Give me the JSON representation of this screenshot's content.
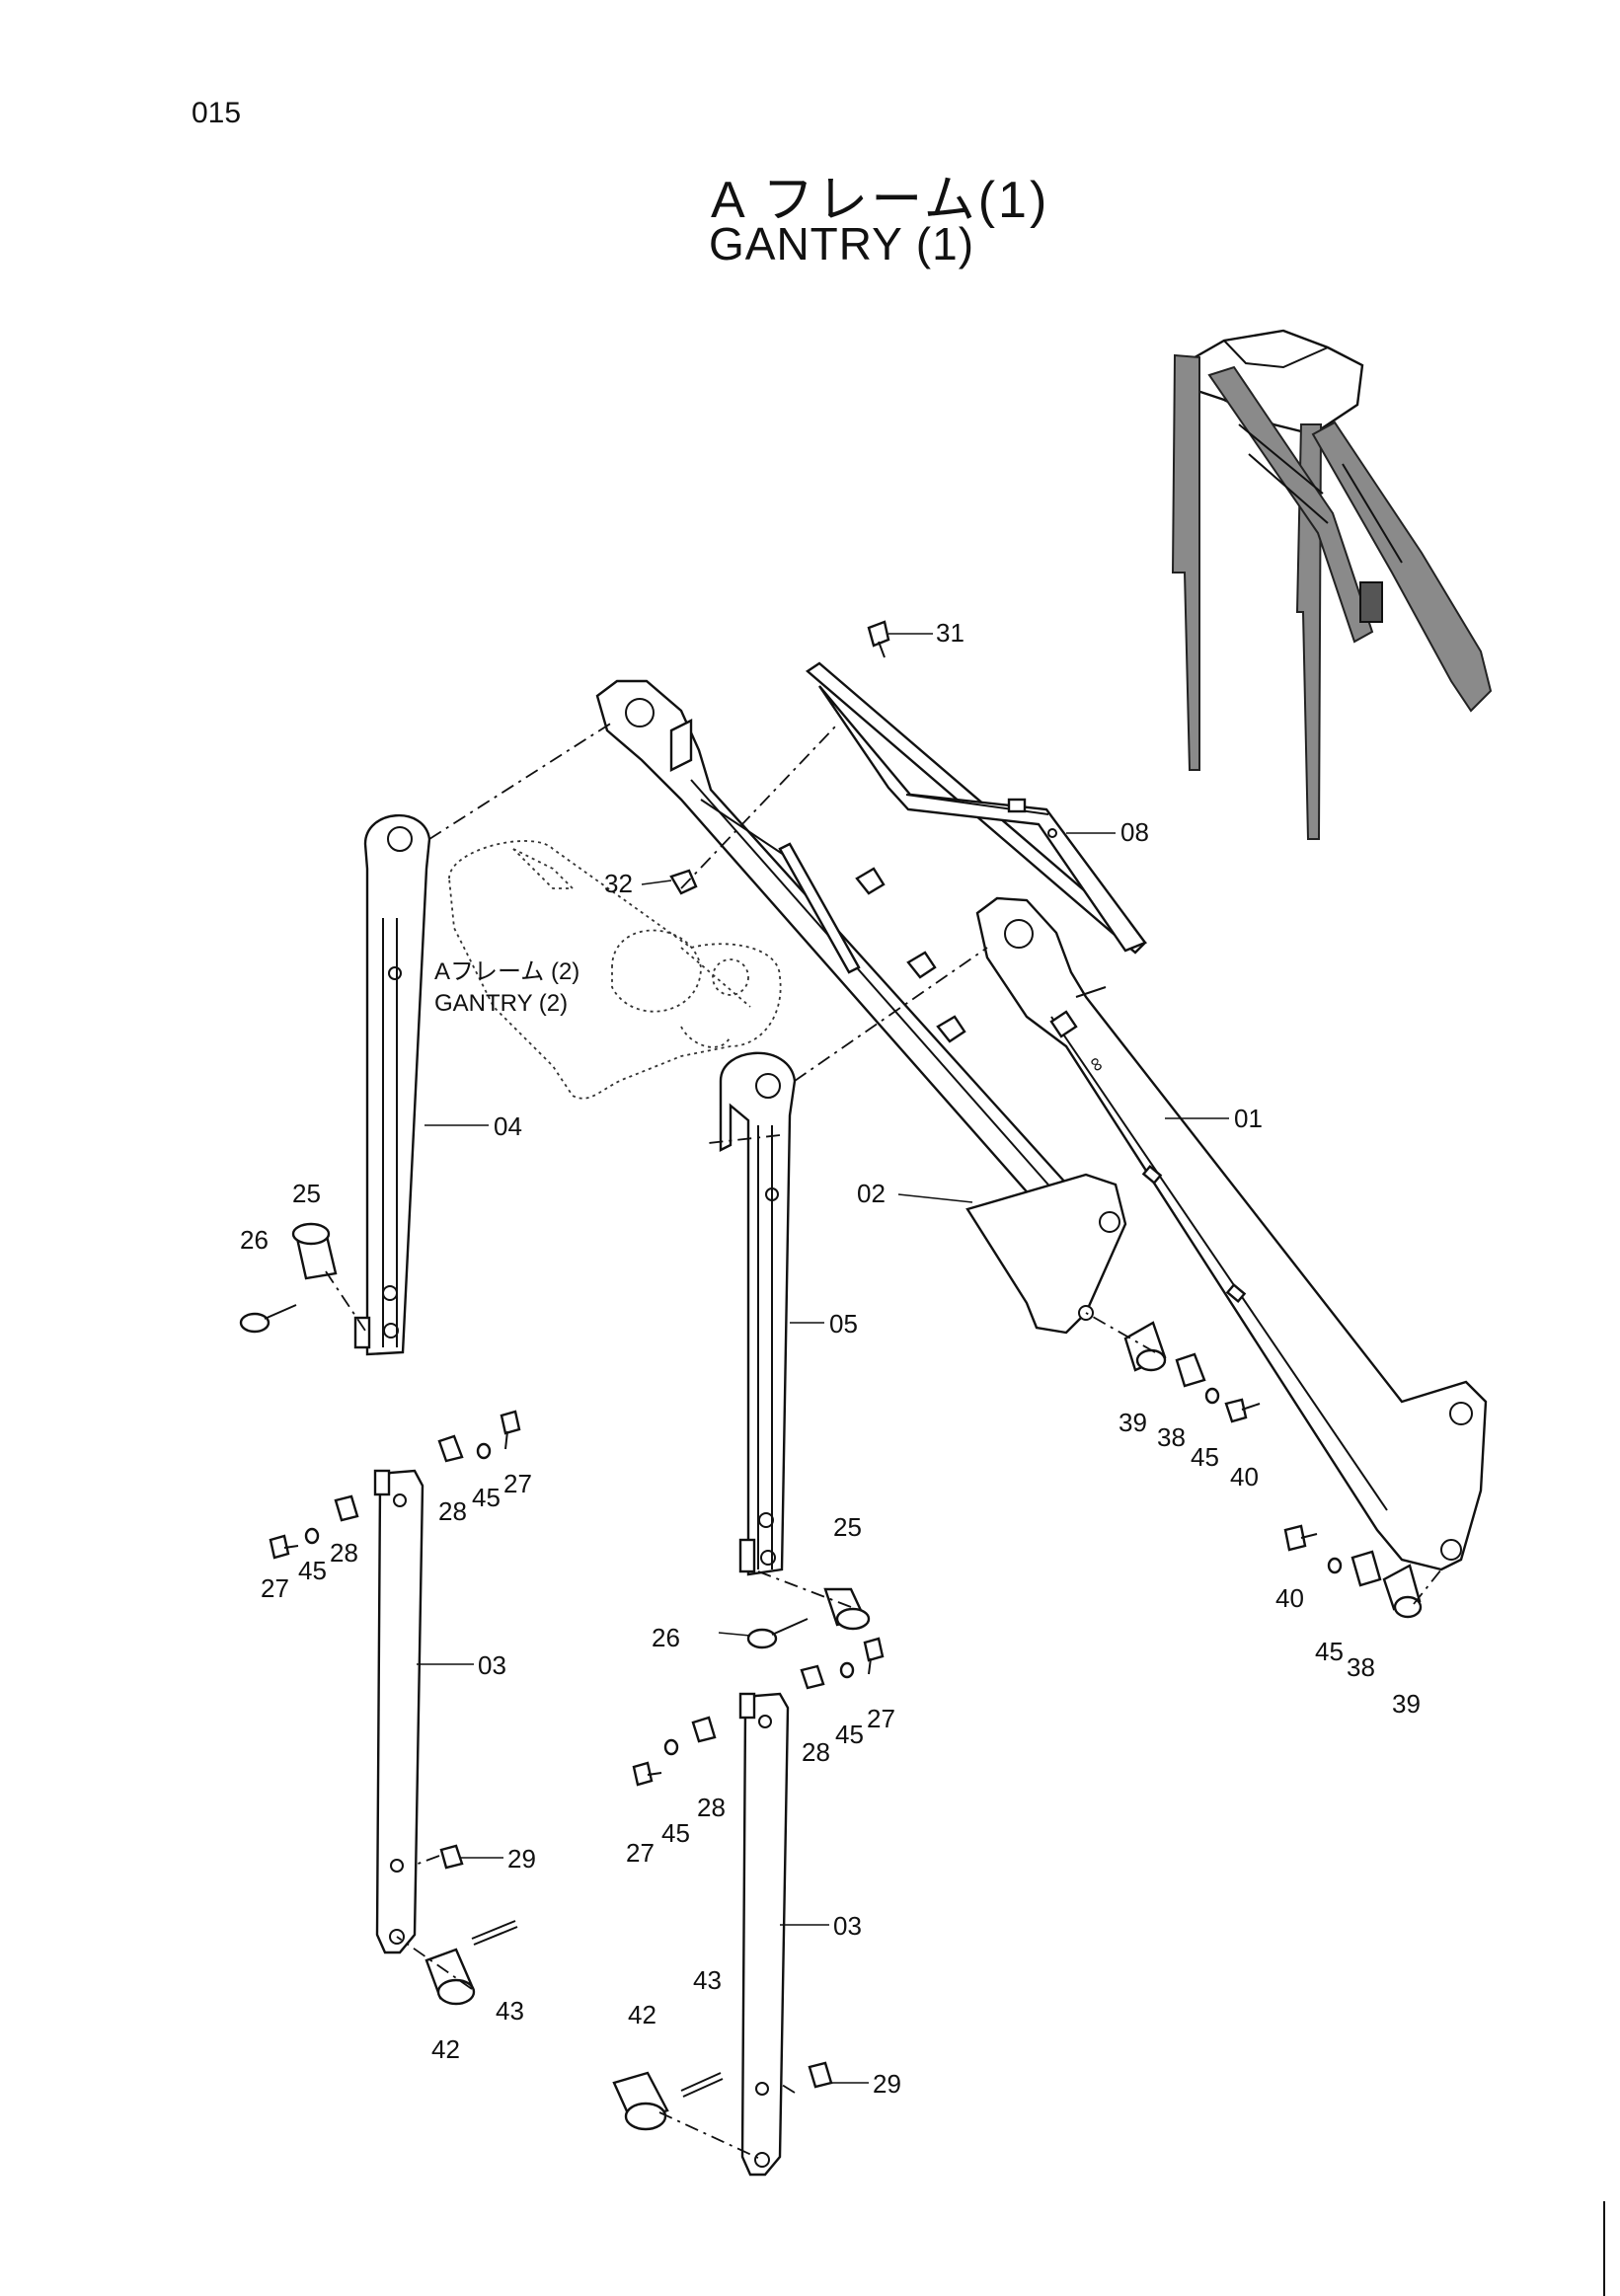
{
  "page_number": "015",
  "title": {
    "japanese": "A フレーム(1)",
    "english": "GANTRY (1)"
  },
  "reference_label": {
    "japanese": "Aフレーム (2)",
    "english": "GANTRY (2)"
  },
  "callouts": [
    {
      "id": "c31",
      "text": "31"
    },
    {
      "id": "c08",
      "text": "08"
    },
    {
      "id": "c32",
      "text": "32"
    },
    {
      "id": "c01",
      "text": "01"
    },
    {
      "id": "c02",
      "text": "02"
    },
    {
      "id": "c04",
      "text": "04"
    },
    {
      "id": "c05",
      "text": "05"
    },
    {
      "id": "c25a",
      "text": "25"
    },
    {
      "id": "c26a",
      "text": "26"
    },
    {
      "id": "c25b",
      "text": "25"
    },
    {
      "id": "c26b",
      "text": "26"
    },
    {
      "id": "c39a",
      "text": "39"
    },
    {
      "id": "c38a",
      "text": "38"
    },
    {
      "id": "c45a",
      "text": "45"
    },
    {
      "id": "c40a",
      "text": "40"
    },
    {
      "id": "c40b",
      "text": "40"
    },
    {
      "id": "c45b",
      "text": "45"
    },
    {
      "id": "c38b",
      "text": "38"
    },
    {
      "id": "c39b",
      "text": "39"
    },
    {
      "id": "c28a",
      "text": "28"
    },
    {
      "id": "c45c",
      "text": "45"
    },
    {
      "id": "c27a",
      "text": "27"
    },
    {
      "id": "c27b",
      "text": "27"
    },
    {
      "id": "c45d",
      "text": "45"
    },
    {
      "id": "c28b",
      "text": "28"
    },
    {
      "id": "c03a",
      "text": "03"
    },
    {
      "id": "c29a",
      "text": "29"
    },
    {
      "id": "c43a",
      "text": "43"
    },
    {
      "id": "c42a",
      "text": "42"
    },
    {
      "id": "c28c",
      "text": "28"
    },
    {
      "id": "c45e",
      "text": "45"
    },
    {
      "id": "c27c",
      "text": "27"
    },
    {
      "id": "c27d",
      "text": "27"
    },
    {
      "id": "c45f",
      "text": "45"
    },
    {
      "id": "c28d",
      "text": "28"
    },
    {
      "id": "c03b",
      "text": "03"
    },
    {
      "id": "c43b",
      "text": "43"
    },
    {
      "id": "c42b",
      "text": "42"
    },
    {
      "id": "c29b",
      "text": "29"
    }
  ]
}
